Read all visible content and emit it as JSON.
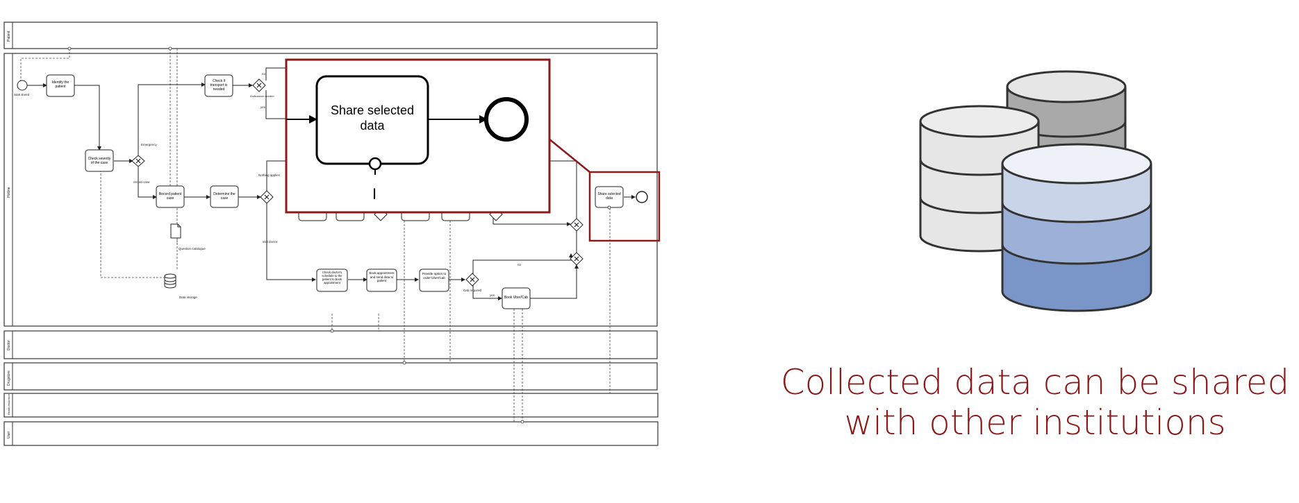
{
  "lanes": [
    "Patient",
    "Hotline",
    "Doctor",
    "Drugstore",
    "Health Insurance",
    "User"
  ],
  "tasks": {
    "identify": "Identify the patient",
    "check_severity": "Check severity of the case",
    "check_transport": "Check if transport is needed",
    "record": "Record patient case",
    "determine": "Determine the case",
    "check_schedule": "Check doctor's schedule to the patient to book appointment",
    "book_appointment": "Book appointment and send data to patient",
    "provide_option": "Provide option to order Uber/Cab",
    "book_uber": "Book Uber/Cab",
    "share_small": "Share selected data"
  },
  "labels": {
    "start_event": "Start Event",
    "emergency": "Emergency",
    "record_case": "record case",
    "nothing_applies": "Nothing applies",
    "visit_doctor": "visit doctor",
    "ambulance_needed": "Ambulance needed",
    "no": "no",
    "yes": "yes",
    "cab_required": "Cab required",
    "question_catalogue": "Question catalogue",
    "data_storage": "Data storage"
  },
  "zoom": {
    "task_label": "Share selected data",
    "marker": "I",
    "highlight_color": "#8b1a1a"
  },
  "caption": "Collected data can be shared with other institutions",
  "colors": {
    "caption": "#8b1a1a",
    "db_gray": "#e6e6e6",
    "db_dark_gray": "#a9a9a9",
    "db_blue_light": "#c9d4e8",
    "db_blue_mid": "#9db0d8",
    "db_blue_dark": "#7a96c8"
  }
}
